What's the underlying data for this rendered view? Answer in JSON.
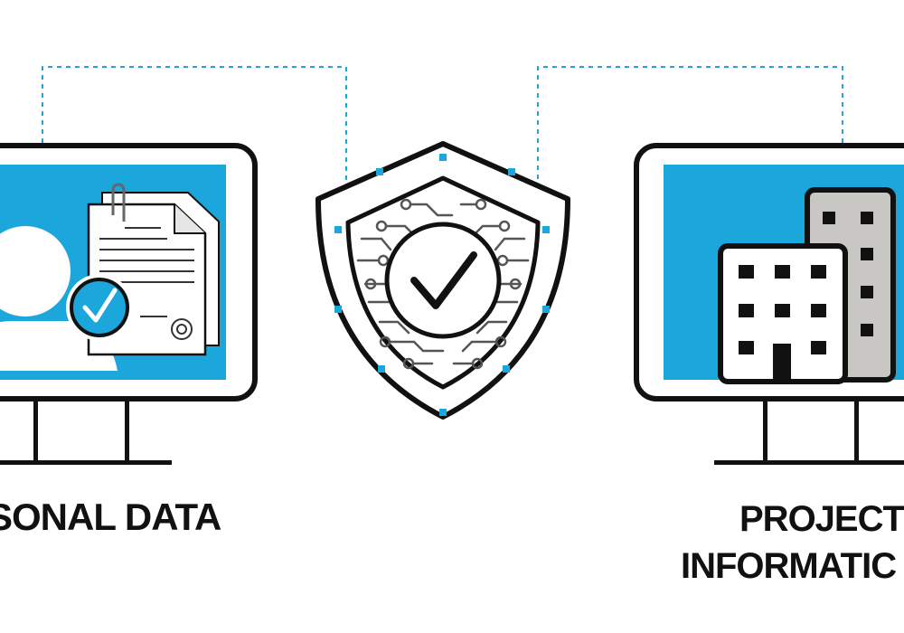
{
  "labels": {
    "left": "SONAL DATA",
    "right_line1": "PROJECT",
    "right_line2": "INFORMATIC"
  },
  "colors": {
    "accent_blue": "#1ba6dc",
    "outline": "#111111",
    "building_gray": "#c8c7c4",
    "paper": "#ffffff"
  },
  "icons": {
    "left_monitor": "monitor-icon",
    "person": "person-icon",
    "document": "document-icon",
    "paperclip": "paperclip-icon",
    "check_badge": "check-badge-icon",
    "shield": "shield-icon",
    "circuit": "circuit-icon",
    "checkmark": "checkmark-icon",
    "right_monitor": "monitor-icon",
    "buildings": "buildings-icon"
  }
}
